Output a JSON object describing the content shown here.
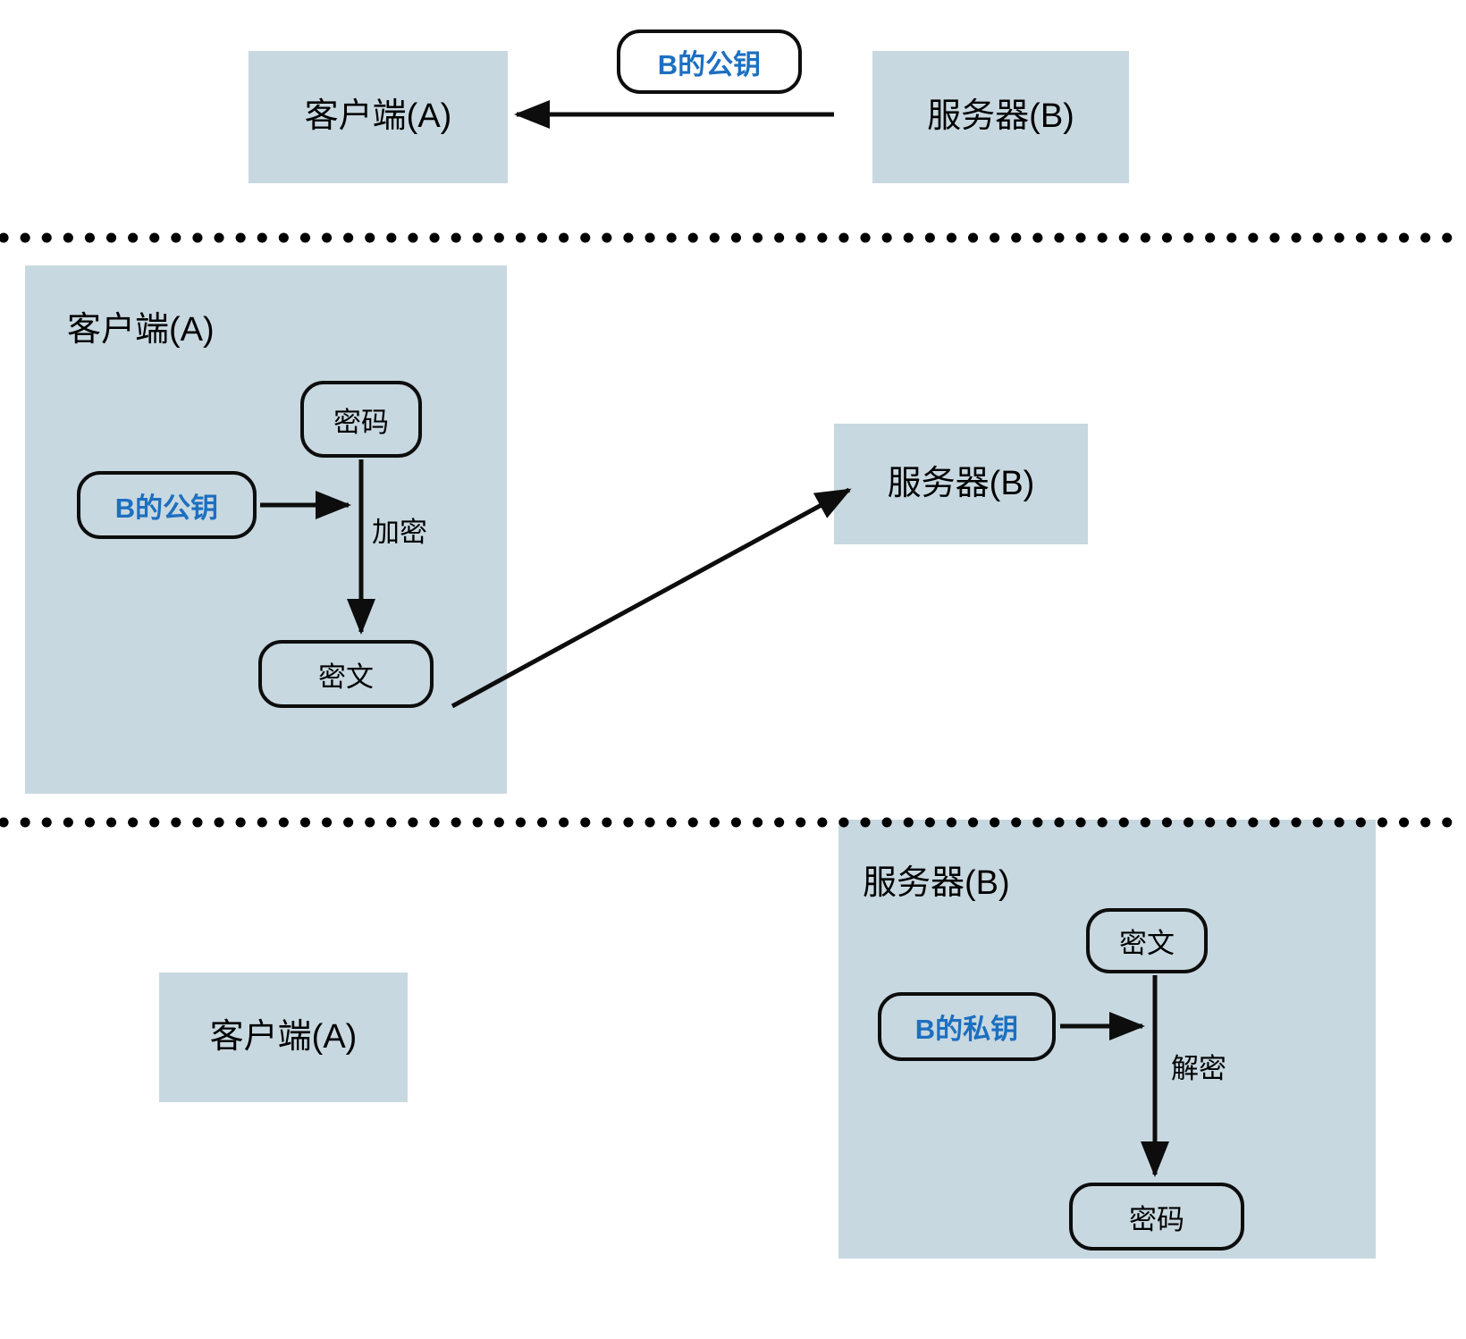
{
  "diagram": {
    "title_text_color": "#000000",
    "key_text_color": "#1d6fc0",
    "box_fill_color": "#c8d8e0",
    "stroke_color": "#0d0d0d"
  },
  "section_handshake": {
    "client_box_label": "客户端(A)",
    "server_box_label": "服务器(B)",
    "public_key_pill_label": "B的公钥",
    "arrow_direction": "server-to-client"
  },
  "section_encrypt": {
    "panel_title": "客户端(A)",
    "plaintext_pill_label": "密码",
    "public_key_pill_label": "B的公钥",
    "encrypt_edge_label": "加密",
    "ciphertext_pill_label": "密文",
    "server_box_label": "服务器(B)",
    "arrow_direction": "client-to-server"
  },
  "section_decrypt": {
    "client_box_label": "客户端(A)",
    "panel_title": "服务器(B)",
    "ciphertext_pill_label": "密文",
    "private_key_pill_label": "B的私钥",
    "decrypt_edge_label": "解密",
    "plaintext_pill_label": "密码"
  },
  "dividers": {
    "divider_1_style": "dotted",
    "divider_2_style": "dotted"
  }
}
